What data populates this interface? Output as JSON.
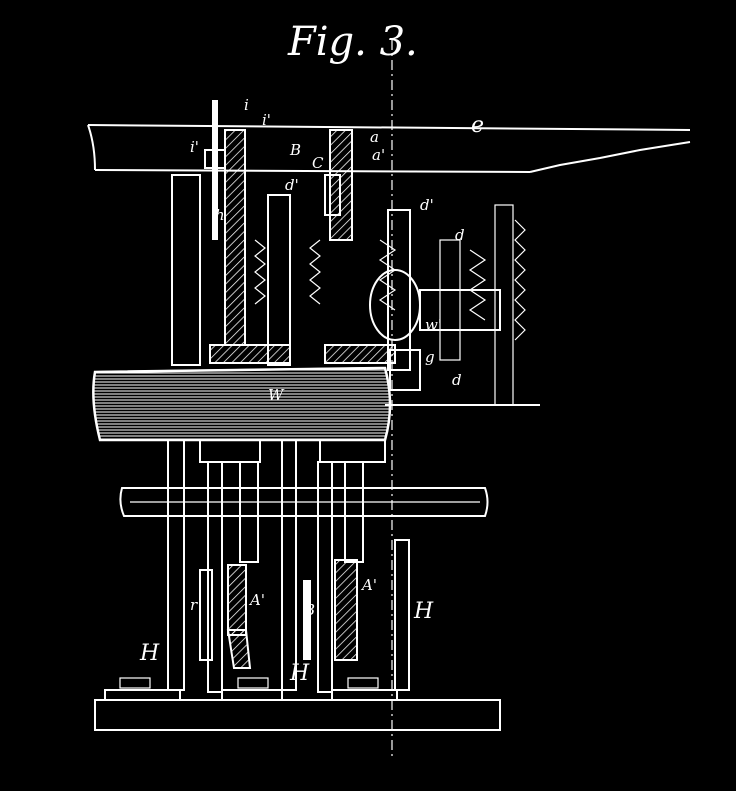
{
  "figure": {
    "title": "Fig. 3."
  },
  "labels": {
    "B_top": "B",
    "a_top": "a",
    "a1_top": "a'",
    "d1_left": "d'",
    "d1_right": "d'",
    "d_right": "d",
    "d_bottom": "d",
    "g": "g",
    "i": "i",
    "i1": "i'",
    "i2": "i'",
    "h": "h",
    "W": "W",
    "w1": "w'",
    "C": "C",
    "e": "e",
    "A1_left": "A'",
    "A1_right": "A'",
    "B_lower": "B",
    "H_left": "H",
    "H_mid": "H",
    "H_right": "H",
    "r": "r"
  },
  "colors": {
    "background": "#000000",
    "ink": "#ffffff"
  }
}
